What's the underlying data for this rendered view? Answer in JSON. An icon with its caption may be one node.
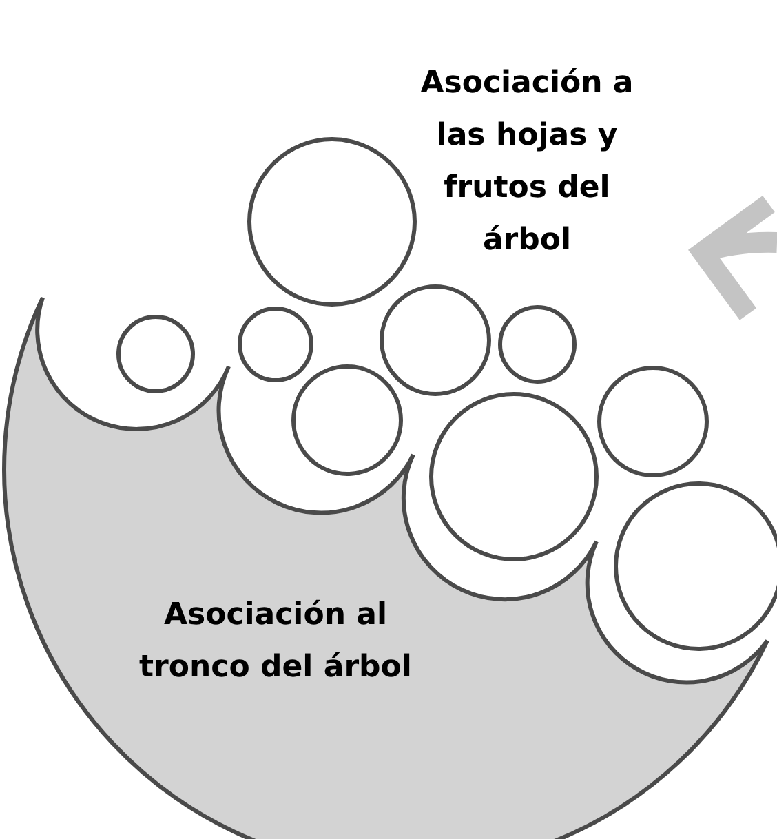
{
  "diagram": {
    "nodes": [
      {
        "text": [],
        "shape": "circle"
      },
      {
        "text": [],
        "shape": "circle"
      },
      {
        "text": [],
        "shape": "circle"
      },
      {
        "text": [],
        "shape": "circle"
      },
      {
        "text": [],
        "shape": "circle"
      },
      {
        "text": [],
        "shape": "circle"
      },
      {
        "text": [],
        "shape": "circle"
      },
      {
        "text": [],
        "shape": "circle"
      },
      {
        "text": [],
        "shape": "circle"
      },
      {
        "text": [
          "Asociación al tronco del árbol"
        ]
      }
    ],
    "labels": [
      "Asociación a las hojas y frutos del árbol"
    ]
  }
}
